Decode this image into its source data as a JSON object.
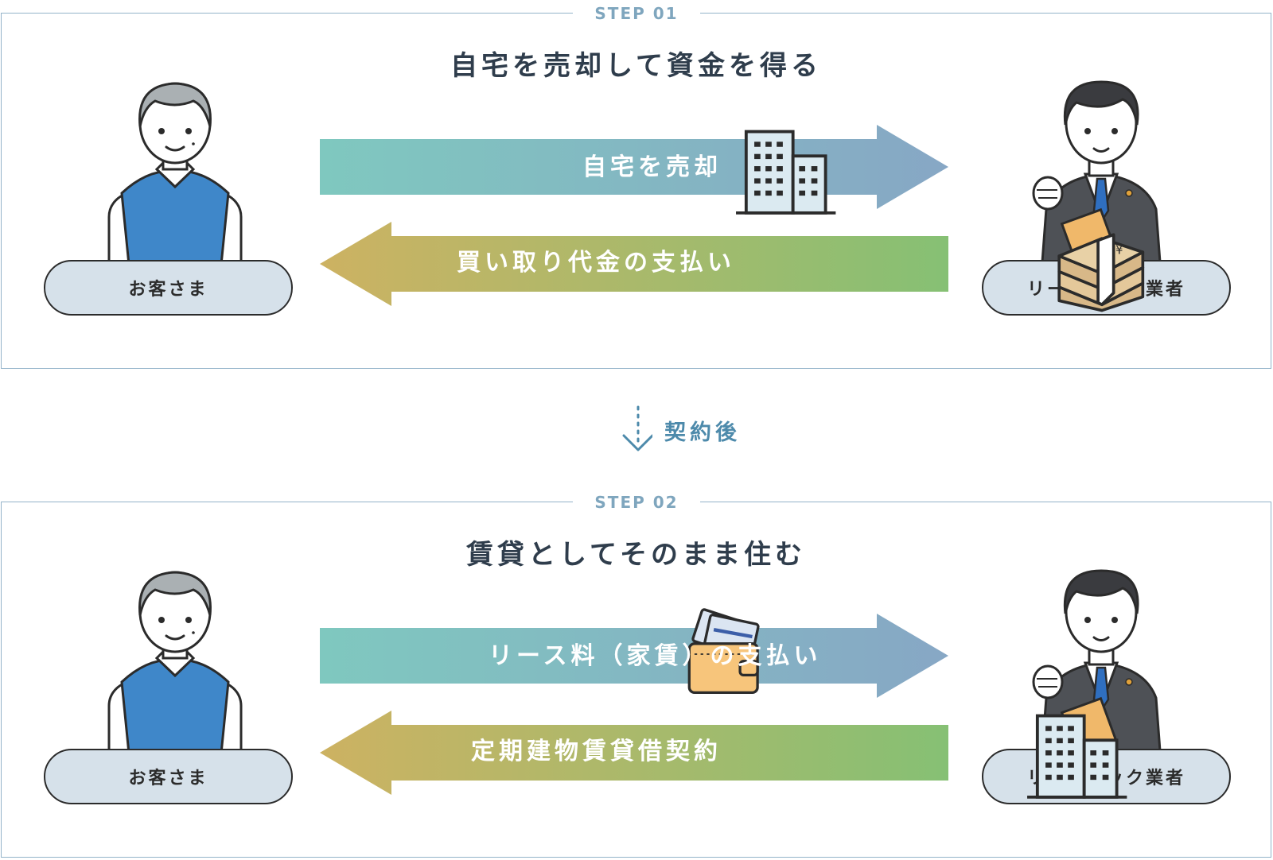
{
  "steps": [
    {
      "label": "STEP 01",
      "title": "自宅を売却して資金を得る",
      "arrow_right_label": "自宅を売却",
      "arrow_left_label": "買い取り代金の支払い",
      "customer_label": "お客さま",
      "company_label": "リースバック業者"
    },
    {
      "label": "STEP 02",
      "title": "賃貸としてそのまま住む",
      "arrow_right_label": "リース料（家賃）の支払い",
      "arrow_left_label": "定期建物賃貸借契約",
      "customer_label": "お客さま",
      "company_label": "リースバック業者"
    }
  ],
  "between": {
    "label": "契約後"
  },
  "colors": {
    "border": "#93b3c9",
    "step_label": "#7fa6be",
    "arrow_right": [
      "#7fc7c0",
      "#86a8c4"
    ],
    "arrow_left": [
      "#c9b364",
      "#86bf73"
    ],
    "pill": "#d6e1ea",
    "between_text": "#4d8aab"
  },
  "icons": {
    "arrow_right_1": "building-icon",
    "arrow_left_1": "money-bundle-icon",
    "arrow_right_2": "wallet-icon",
    "arrow_left_2": "building-icon"
  }
}
